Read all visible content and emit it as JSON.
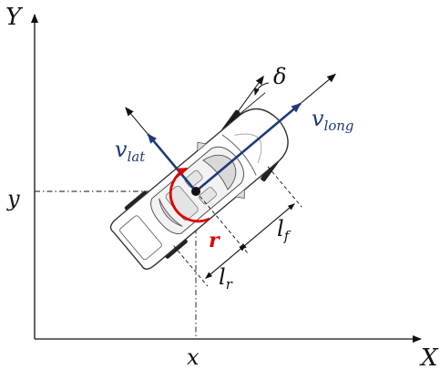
{
  "axes": {
    "x_label": "X",
    "y_label": "Y"
  },
  "coords": {
    "x_label": "x",
    "y_label": "y"
  },
  "velocities": {
    "long": {
      "symbol": "v",
      "subscript": "long"
    },
    "lat": {
      "symbol": "v",
      "subscript": "lat"
    }
  },
  "steer_angle": "δ",
  "yaw_rate": "r",
  "distances": {
    "front": {
      "symbol": "l",
      "subscript": "f"
    },
    "rear": {
      "symbol": "l",
      "subscript": "r"
    }
  },
  "colors": {
    "ink": "#111111",
    "velocity": "#1f3a78",
    "yaw": "#e00000",
    "car_body": "#ffffff"
  }
}
